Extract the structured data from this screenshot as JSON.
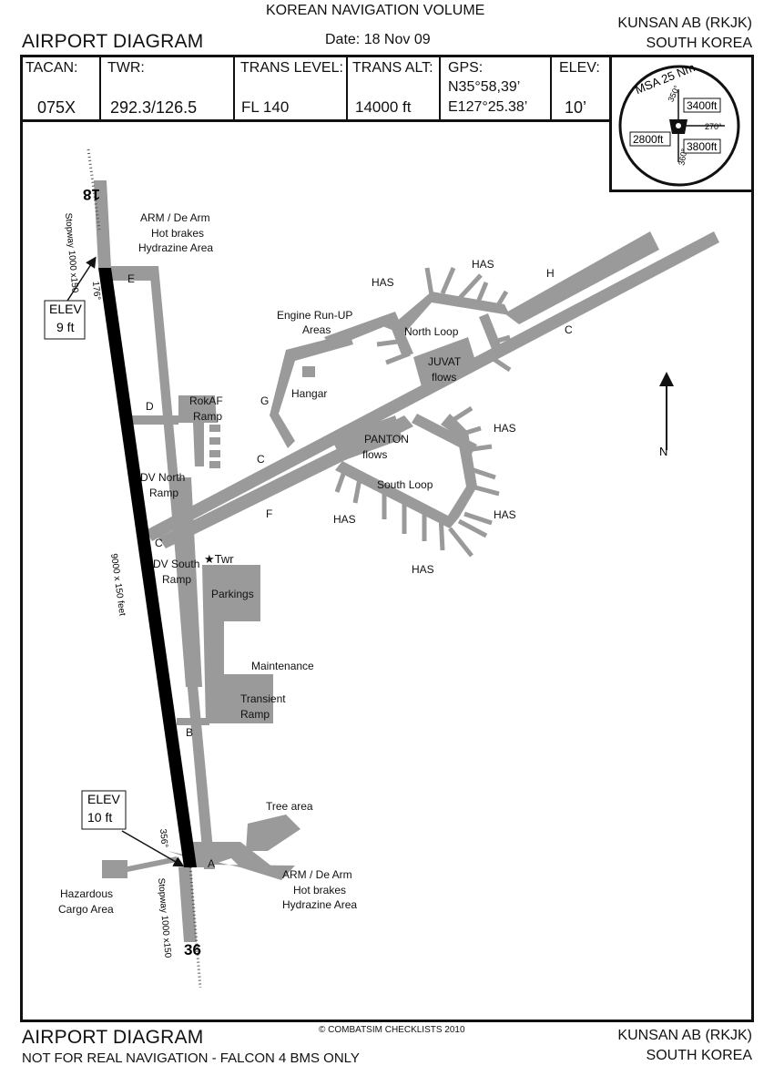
{
  "header": {
    "volume": "KOREAN NAVIGATION VOLUME",
    "title": "AIRPORT DIAGRAM",
    "date": "Date: 18 Nov 09",
    "airport": "KUNSAN AB (RKJK)",
    "country": "SOUTH KOREA"
  },
  "info": {
    "tacan_label": "TACAN:",
    "tacan_value": "075X",
    "twr_label": "TWR:",
    "twr_value": "292.3/126.5",
    "trans_level_label": "TRANS LEVEL:",
    "trans_level_value": "FL 140",
    "trans_alt_label": "TRANS ALT:",
    "trans_alt_value": "14000 ft",
    "gps_label": "GPS:",
    "gps_lat": "N35°58,39’",
    "gps_lon": "E127°25.38’",
    "elev_label": "ELEV:",
    "elev_value": "10’"
  },
  "msa": {
    "title": "MSA 25 Nm",
    "alt_ne": "3400ft",
    "alt_w": "2800ft",
    "alt_se": "3800ft",
    "brg_n": "350°",
    "brg_e": "270°",
    "brg_s": "360°"
  },
  "runway": {
    "end_north": "18",
    "end_south": "36",
    "dimensions": "9000 x 150 feet",
    "stopway_north": "Stopway\n1000 x150",
    "stopway_south": "Stopway\n1000 x150",
    "heading_north": "176°",
    "heading_south": "356°",
    "elev_north": "ELEV\n9 ft",
    "elev_south": "ELEV\n10 ft"
  },
  "labels": {
    "arm_north": "ARM / De Arm\nHot brakes\nHydrazine Area",
    "arm_south": "ARM / De Arm\nHot brakes\nHydrazine Area",
    "engine_runup": "Engine Run-UP\nAreas",
    "hangar": "Hangar",
    "north_loop": "North Loop",
    "south_loop": "South Loop",
    "juvat": "JUVAT\nflows",
    "panton": "PANTON\nflows",
    "rokaf": "RokAF\nRamp",
    "dv_north": "DV North\nRamp",
    "dv_south": "DV South\nRamp",
    "twr": "Twr",
    "parkings": "Parkings",
    "maintenance": "Maintenance",
    "transient": "Transient\nRamp",
    "tree_area": "Tree area",
    "hazardous": "Hazardous\nCargo Area",
    "has": "HAS",
    "north_arrow": "N"
  },
  "taxiways": [
    "A",
    "B",
    "C",
    "D",
    "E",
    "F",
    "G",
    "H"
  ],
  "footer": {
    "title": "AIRPORT DIAGRAM",
    "disclaimer": "NOT FOR REAL NAVIGATION - FALCON 4 BMS ONLY",
    "copyright": "© COMBATSIM CHECKLISTS 2010",
    "airport": "KUNSAN AB (RKJK)",
    "country": "SOUTH KOREA"
  },
  "colors": {
    "taxiway": "#9a9a9a",
    "runway": "#000000",
    "frame": "#111111"
  }
}
